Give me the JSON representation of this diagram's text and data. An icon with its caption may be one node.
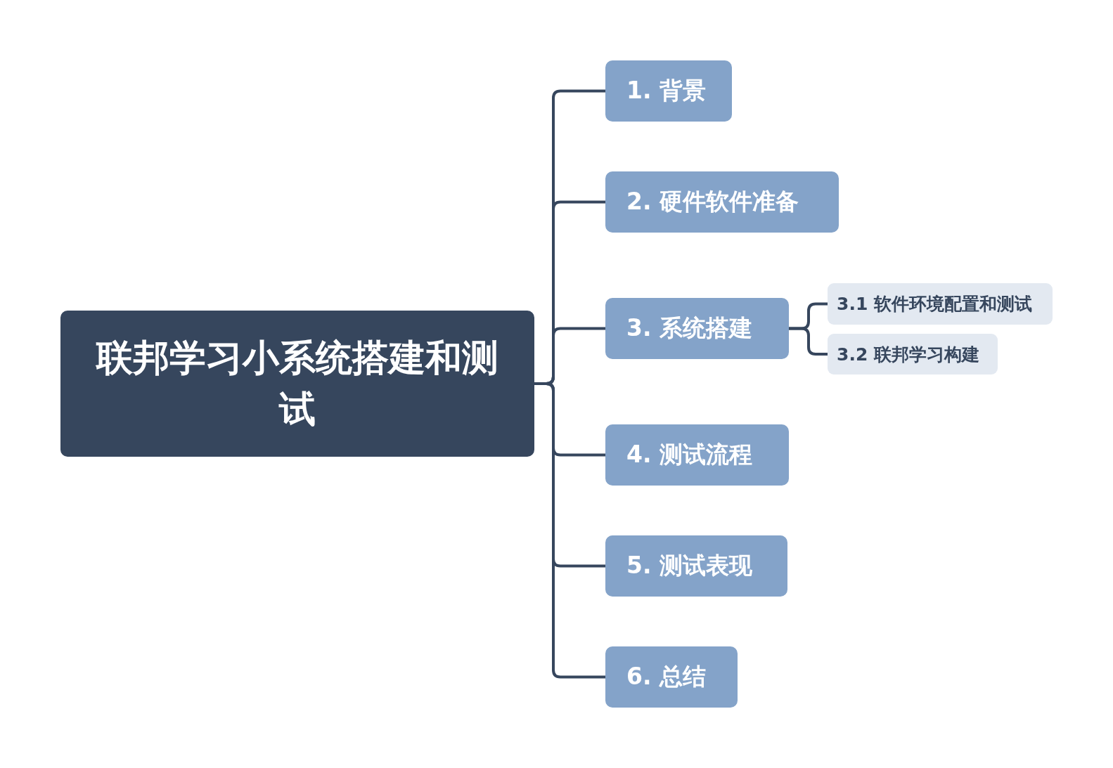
{
  "diagram": {
    "nodes": [
      {
        "text": [
          "联邦学习小系统搭建和测试"
        ]
      },
      {
        "text": [
          "1. 背景"
        ]
      },
      {
        "text": [
          "2. 硬件软件准备"
        ]
      },
      {
        "text": [
          "3. 系统搭建"
        ]
      },
      {
        "text": [
          "4. 测试流程"
        ]
      },
      {
        "text": [
          "5. 测试表现"
        ]
      },
      {
        "text": [
          "6. 总结"
        ]
      },
      {
        "text": [
          "3.1 软件环境配置和测试"
        ]
      },
      {
        "text": [
          "3.2 联邦学习构建"
        ]
      }
    ],
    "edges": [
      {
        "from": 0,
        "to": 1,
        "arrow": "none"
      },
      {
        "from": 0,
        "to": 2,
        "arrow": "none"
      },
      {
        "from": 0,
        "to": 3,
        "arrow": "none"
      },
      {
        "from": 0,
        "to": 4,
        "arrow": "none"
      },
      {
        "from": 0,
        "to": 5,
        "arrow": "none"
      },
      {
        "from": 0,
        "to": 6,
        "arrow": "none"
      },
      {
        "from": 3,
        "to": 7,
        "arrow": "none"
      },
      {
        "from": 3,
        "to": 8,
        "arrow": "none"
      }
    ]
  }
}
